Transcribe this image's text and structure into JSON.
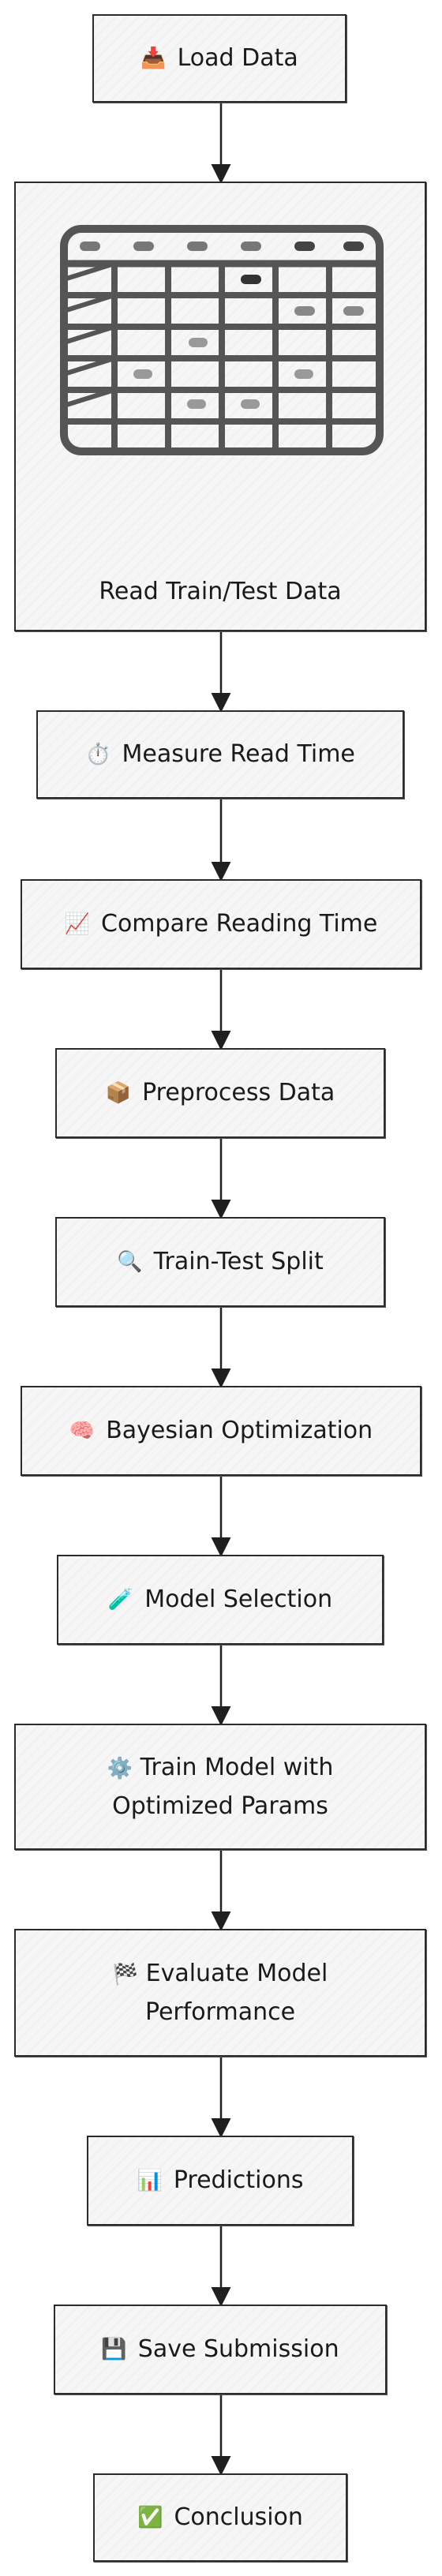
{
  "nodes": [
    {
      "id": "load",
      "icon": "inbox-tray-icon",
      "glyph": "📥",
      "text": "Load Data"
    },
    {
      "id": "read",
      "text": "Read Train/Test Data"
    },
    {
      "id": "measure",
      "icon": "stopwatch-icon",
      "glyph": "⏱️",
      "text": "Measure Read Time"
    },
    {
      "id": "compare",
      "icon": "chart-increasing-icon",
      "glyph": "📈",
      "text": "Compare Reading Time"
    },
    {
      "id": "preprocess",
      "icon": "package-icon",
      "glyph": "📦",
      "text": "Preprocess Data"
    },
    {
      "id": "split",
      "icon": "magnifier-icon",
      "glyph": "🔍",
      "text": "Train-Test Split"
    },
    {
      "id": "bayes",
      "icon": "brain-icon",
      "glyph": "🧠",
      "text": "Bayesian Optimization"
    },
    {
      "id": "model",
      "icon": "test-tube-icon",
      "glyph": "🧪",
      "text": "Model Selection"
    },
    {
      "id": "train",
      "icon": "gear-icon",
      "glyph": "⚙️",
      "text1": "Train Model with",
      "text2": "Optimized Params"
    },
    {
      "id": "evaluate",
      "icon": "checkered-flag-icon",
      "glyph": "🏁",
      "text1": "Evaluate Model",
      "text2": "Performance"
    },
    {
      "id": "predict",
      "icon": "bar-chart-icon",
      "glyph": "📊",
      "text": "Predictions"
    },
    {
      "id": "save",
      "icon": "floppy-disk-icon",
      "glyph": "💾",
      "text": "Save Submission"
    },
    {
      "id": "conclusion",
      "icon": "check-mark-button-icon",
      "glyph": "✅",
      "text": "Conclusion"
    }
  ]
}
